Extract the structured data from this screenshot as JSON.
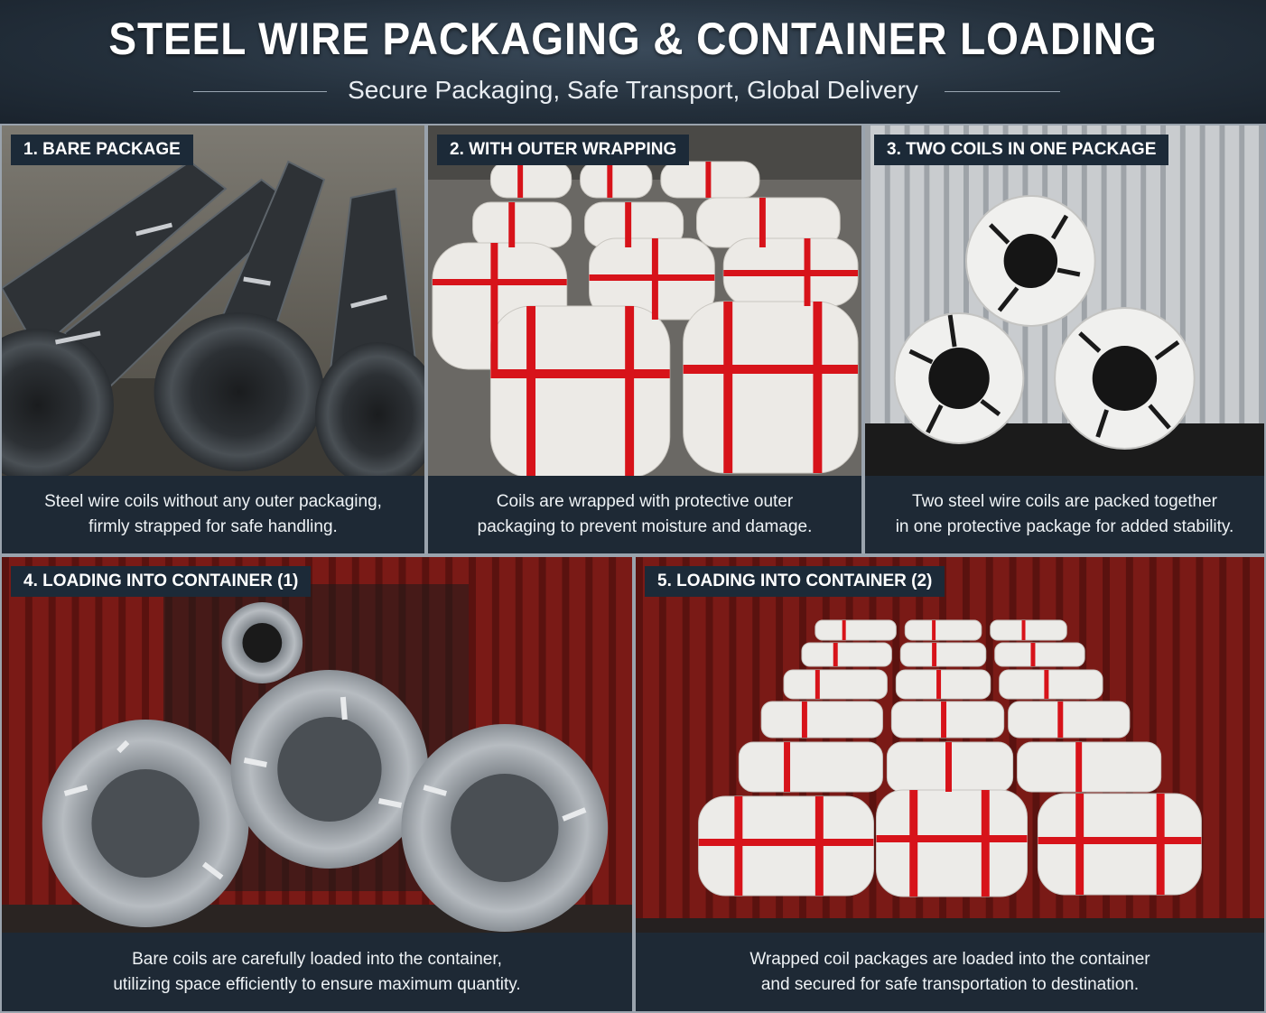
{
  "header": {
    "title": "STEEL WIRE PACKAGING & CONTAINER LOADING",
    "subtitle": "Secure Packaging, Safe Transport, Global Delivery"
  },
  "panels": [
    {
      "label": "1. BARE PACKAGE",
      "caption_line1": "Steel wire coils without any outer packaging,",
      "caption_line2": "firmly strapped for safe handling."
    },
    {
      "label": "2. WITH OUTER WRAPPING",
      "caption_line1": "Coils are wrapped with protective outer",
      "caption_line2": "packaging to prevent moisture and damage."
    },
    {
      "label": "3. TWO COILS IN ONE PACKAGE",
      "caption_line1": "Two steel wire coils are packed together",
      "caption_line2": "in one protective package for added stability."
    },
    {
      "label": "4. LOADING INTO CONTAINER (1)",
      "caption_line1": "Bare coils are carefully loaded into the container,",
      "caption_line2": "utilizing space efficiently to ensure maximum quantity."
    },
    {
      "label": "5. LOADING INTO CONTAINER (2)",
      "caption_line1": "Wrapped coil packages are loaded into the container",
      "caption_line2": "and secured for safe transportation to destination."
    }
  ],
  "colors": {
    "navy": "#1c2a38",
    "strap_red": "#d7131a",
    "container_red": "#7a1a16",
    "wrap_white": "#eceae6",
    "steel": "#5a6066"
  }
}
